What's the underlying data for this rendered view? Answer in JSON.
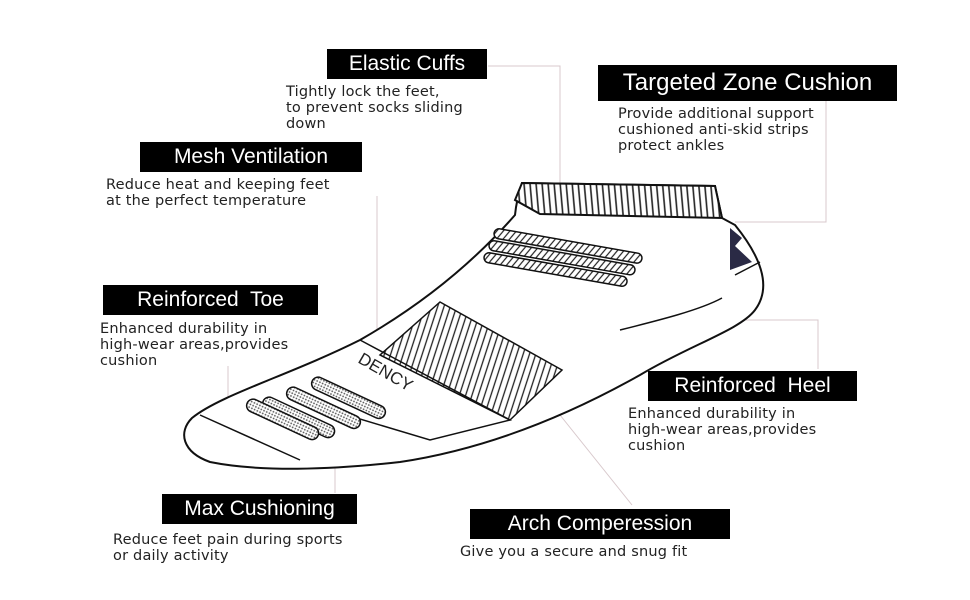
{
  "features": [
    {
      "title": "Elastic Cuffs",
      "description": "Tightly lock the feet,\nto prevent socks sliding\ndown"
    },
    {
      "title": "Targeted Zone Cushion",
      "description": "Provide additional support\ncushioned anti-skid strips\nprotect ankles"
    },
    {
      "title": "Mesh Ventilation",
      "description": "Reduce heat and keeping feet\nat the perfect temperature"
    },
    {
      "title": "Reinforced  Toe",
      "description": "Enhanced durability in\nhigh-wear areas,provides\ncushion"
    },
    {
      "title": "Reinforced  Heel",
      "description": "Enhanced durability in\nhigh-wear areas,provides\ncushion"
    },
    {
      "title": "Max Cushioning",
      "description": "Reduce feet pain during sports\nor daily activity"
    },
    {
      "title": "Arch Comperession",
      "description": "Give you a secure and snug fit"
    }
  ],
  "sock_brand_text": "DENCY",
  "colors": {
    "label_bg": "#000000",
    "label_text": "#ffffff",
    "leader_line": "#d8c8cc",
    "heel_accent": "#2a2a45"
  }
}
